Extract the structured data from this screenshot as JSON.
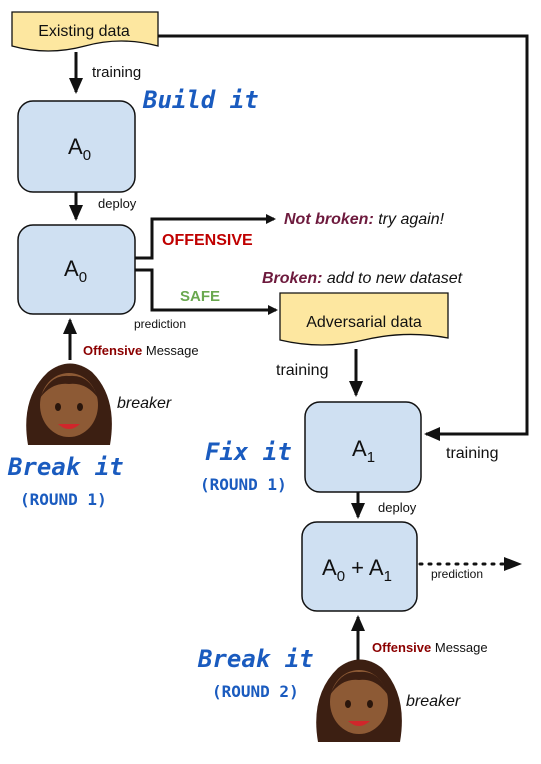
{
  "nodes": {
    "existing": "Existing data",
    "adversarial": "Adversarial data",
    "a0": "A",
    "a0_sub": "0",
    "a1": "A",
    "a1_sub": "1",
    "combo_a": "A",
    "combo_sub0": "0",
    "combo_plus": " + A",
    "combo_sub1": "1"
  },
  "stages": {
    "build": "Build it",
    "break1": "Break it",
    "round1": "(ROUND 1)",
    "fix": "Fix it",
    "fix_round": "(ROUND 1)",
    "break2": "Break it",
    "round2": "(ROUND 2)"
  },
  "edges": {
    "training_top": "training",
    "deploy1": "deploy",
    "offensive": "OFFENSIVE",
    "safe": "SAFE",
    "prediction1": "prediction",
    "not_broken_bold": "Not broken:",
    "not_broken_rest": " try again!",
    "broken_bold": "Broken:",
    "broken_rest": " add to new dataset",
    "training_adv": "training",
    "training_right": "training",
    "deploy2": "deploy",
    "prediction2": "prediction",
    "msg1_bold": "Offensive",
    "msg1_rest": " Message",
    "msg2_bold": "Offensive",
    "msg2_rest": " Message"
  },
  "people": {
    "breaker1": "breaker",
    "breaker2": "breaker"
  },
  "colors": {
    "box_fill": "#cfe0f2",
    "doc_fill": "#fde7a0",
    "stage_blue": "#1a5bbf",
    "offensive_red": "#c00000",
    "safe_green": "#6aa84f",
    "broken_purple": "#6d1a3d",
    "skin": "#8d5a35",
    "hair": "#3c1f12"
  }
}
